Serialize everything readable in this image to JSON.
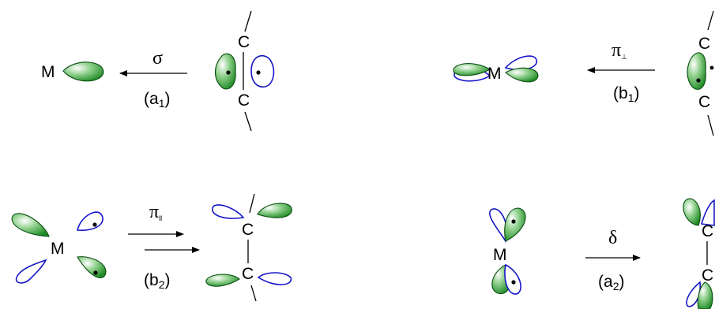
{
  "atoms": {
    "metal": "M",
    "carbon": "C"
  },
  "interactions": [
    {
      "id": "a1",
      "symbol": "σ",
      "label_main": "(a",
      "label_sub": "1",
      "label_close": ")"
    },
    {
      "id": "b1",
      "symbol": "π",
      "symbol_sub": "⊥",
      "label_main": "(b",
      "label_sub": "1",
      "label_close": ")"
    },
    {
      "id": "b2",
      "symbol": "π",
      "symbol_sub": "ll",
      "label_main": "(b",
      "label_sub": "2",
      "label_close": ")"
    },
    {
      "id": "a2",
      "symbol": "δ",
      "label_main": "(a",
      "label_sub": "2",
      "label_close": ")"
    }
  ],
  "colors": {
    "filled_lobe": "#2e9a33",
    "open_lobe_outline": "#1515c8"
  }
}
